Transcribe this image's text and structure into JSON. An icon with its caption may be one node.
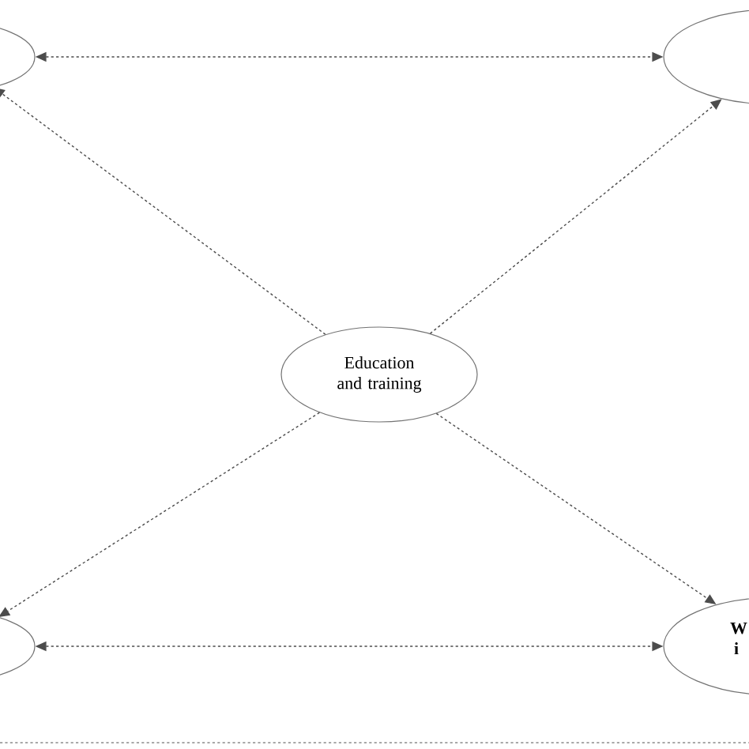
{
  "diagram": {
    "nodes": [
      {
        "text": [],
        "shape": "ellipse"
      },
      {
        "text": [],
        "shape": "ellipse"
      },
      {
        "text": [
          "Education and training"
        ]
      },
      {
        "text": [],
        "shape": "ellipse"
      },
      {
        "text": [
          "W i"
        ]
      }
    ],
    "edges": [
      {
        "from": 0,
        "to": 1,
        "arrow": "both"
      },
      {
        "from": 2,
        "to": 0,
        "arrow": "to"
      },
      {
        "from": 2,
        "to": 1,
        "arrow": "to"
      },
      {
        "from": 2,
        "to": 3,
        "arrow": "to"
      },
      {
        "from": 2,
        "to": 4,
        "arrow": "to"
      },
      {
        "from": 3,
        "to": 4,
        "arrow": "both"
      }
    ]
  }
}
